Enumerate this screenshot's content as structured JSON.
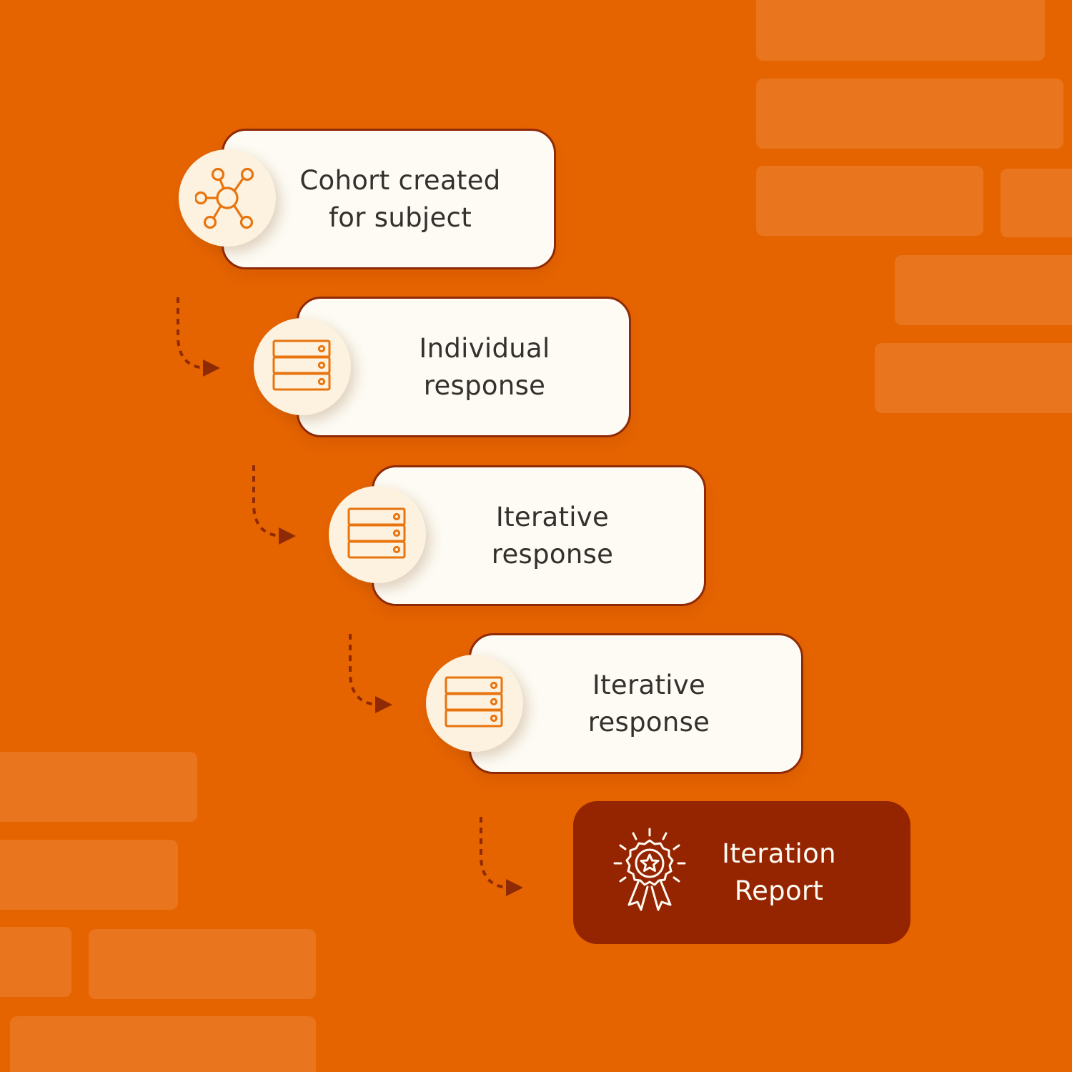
{
  "steps": [
    {
      "line1": "Cohort created",
      "line2": "for subject",
      "icon": "network-hub-icon"
    },
    {
      "line1": "Individual",
      "line2": "response",
      "icon": "server-stack-icon"
    },
    {
      "line1": "Iterative",
      "line2": "response",
      "icon": "server-stack-icon"
    },
    {
      "line1": "Iterative",
      "line2": "response",
      "icon": "server-stack-icon"
    }
  ],
  "final": {
    "line1": "Iteration",
    "line2": "Report",
    "icon": "award-badge-icon"
  },
  "colors": {
    "background": "#e66400",
    "card": "#fdfbf3",
    "card_border": "#8f2a07",
    "icon": "#e8740e",
    "final_card": "#952500",
    "arrow": "#8f2a07"
  }
}
